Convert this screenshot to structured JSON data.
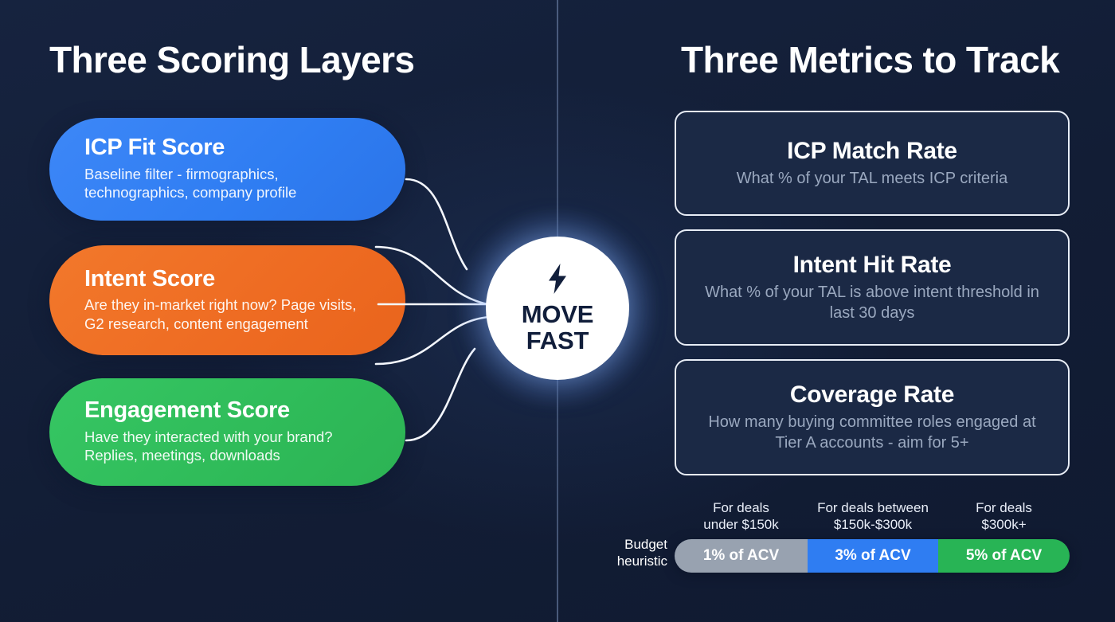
{
  "left": {
    "title": "Three Scoring Layers",
    "layers": [
      {
        "name": "ICP Fit Score",
        "description": "Baseline filter - firmographics, technographics, company profile",
        "color": "#2f7df2"
      },
      {
        "name": "Intent Score",
        "description": "Are they in-market right now? Page visits, G2 research, content engagement",
        "color": "#ee6b22"
      },
      {
        "name": "Engagement Score",
        "description": "Have they interacted with your brand? Replies, meetings, downloads",
        "color": "#2fbb59"
      }
    ]
  },
  "hub": {
    "icon": "lightning-bolt-icon",
    "line1": "MOVE",
    "line2": "FAST",
    "background": "#ffffff",
    "text_color": "#111e3b"
  },
  "right": {
    "title": "Three Metrics to Track",
    "metrics": [
      {
        "name": "ICP Match Rate",
        "description": "What % of your TAL meets ICP criteria"
      },
      {
        "name": "Intent Hit Rate",
        "description": "What % of your TAL is above intent threshold in last 30 days"
      },
      {
        "name": "Coverage Rate",
        "description": "How many buying committee roles engaged at Tier A accounts - aim for 5+"
      }
    ],
    "budget": {
      "label": "Budget\nheuristic",
      "columns": [
        {
          "header": "For deals\nunder $150k",
          "value": "1% of ACV",
          "color": "#98a2b0"
        },
        {
          "header": "For deals between\n$150k-$300k",
          "value": "3% of ACV",
          "color": "#2f7df2"
        },
        {
          "header": "For deals\n$300k+",
          "value": "5% of ACV",
          "color": "#28b455"
        }
      ]
    }
  },
  "theme": {
    "background": "#131f38",
    "card_background": "#1b2945",
    "card_border": "#e8edf6",
    "muted_text": "#9aa8bf",
    "connector_color": "#f4f7fd",
    "divider_color": "#788eb6"
  }
}
